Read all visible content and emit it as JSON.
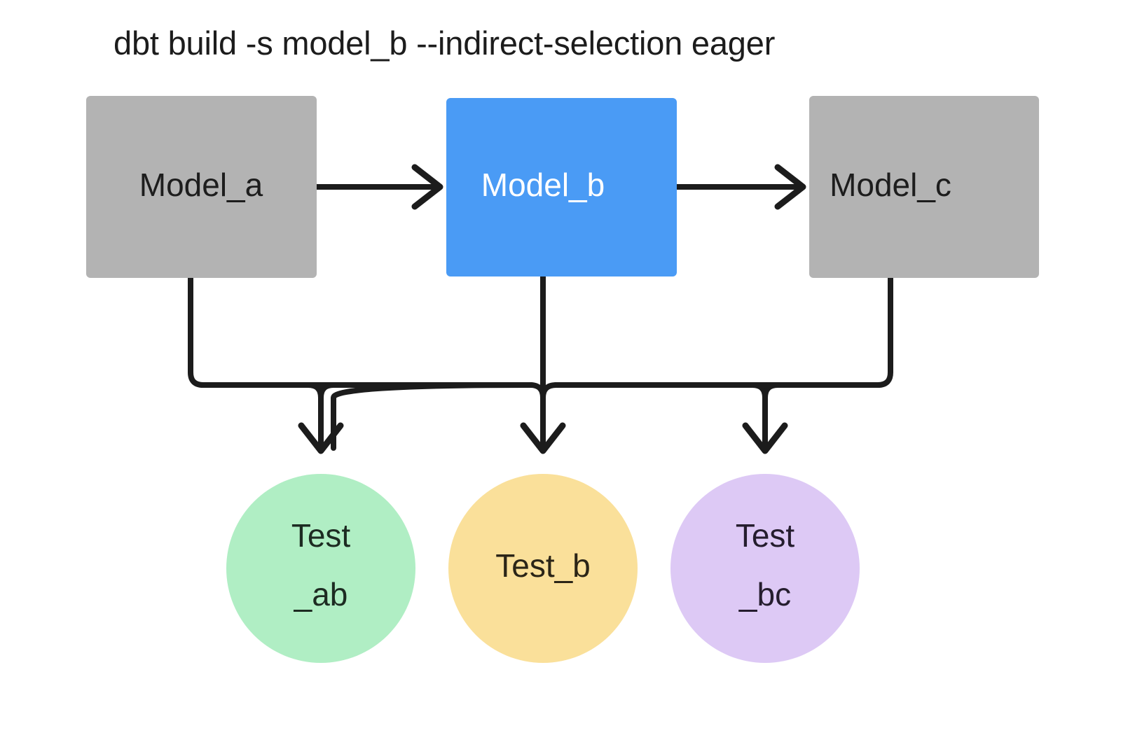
{
  "diagram": {
    "title": "dbt build -s model_b --indirect-selection eager",
    "background_color": "#ffffff",
    "edge_color": "#1c1c1c",
    "nodes": [
      {
        "id": "model_a",
        "label": "Model_a",
        "shape": "rectangle",
        "fill": "#b3b3b3",
        "text_color": "#1d1d1d",
        "selected": false
      },
      {
        "id": "model_b",
        "label": "Model_b",
        "shape": "rectangle",
        "fill": "#4a9bf5",
        "text_color": "#ffffff",
        "selected": true
      },
      {
        "id": "model_c",
        "label": "Model_c",
        "shape": "rectangle",
        "fill": "#b3b3b3",
        "text_color": "#1d1d1d",
        "selected": false
      },
      {
        "id": "test_ab",
        "label_line1": "Test",
        "label_line2": "_ab",
        "shape": "circle",
        "fill": "#b0eec4",
        "text_color": "#1d2b22",
        "selected": false
      },
      {
        "id": "test_b",
        "label_line1": "Test_b",
        "label_line2": "",
        "shape": "circle",
        "fill": "#fae09a",
        "text_color": "#2b2517",
        "selected": false
      },
      {
        "id": "test_bc",
        "label_line1": "Test",
        "label_line2": "_bc",
        "shape": "circle",
        "fill": "#ddc9f5",
        "text_color": "#251d2e",
        "selected": false
      }
    ],
    "edges": [
      {
        "from": "model_a",
        "to": "model_b",
        "arrow": true
      },
      {
        "from": "model_b",
        "to": "model_c",
        "arrow": true
      },
      {
        "from": "model_a",
        "to": "test_ab",
        "arrow": true
      },
      {
        "from": "model_b",
        "to": "test_ab",
        "arrow": true
      },
      {
        "from": "model_b",
        "to": "test_b",
        "arrow": true
      },
      {
        "from": "model_b",
        "to": "test_bc",
        "arrow": true
      },
      {
        "from": "model_c",
        "to": "test_bc",
        "arrow": true
      }
    ]
  }
}
